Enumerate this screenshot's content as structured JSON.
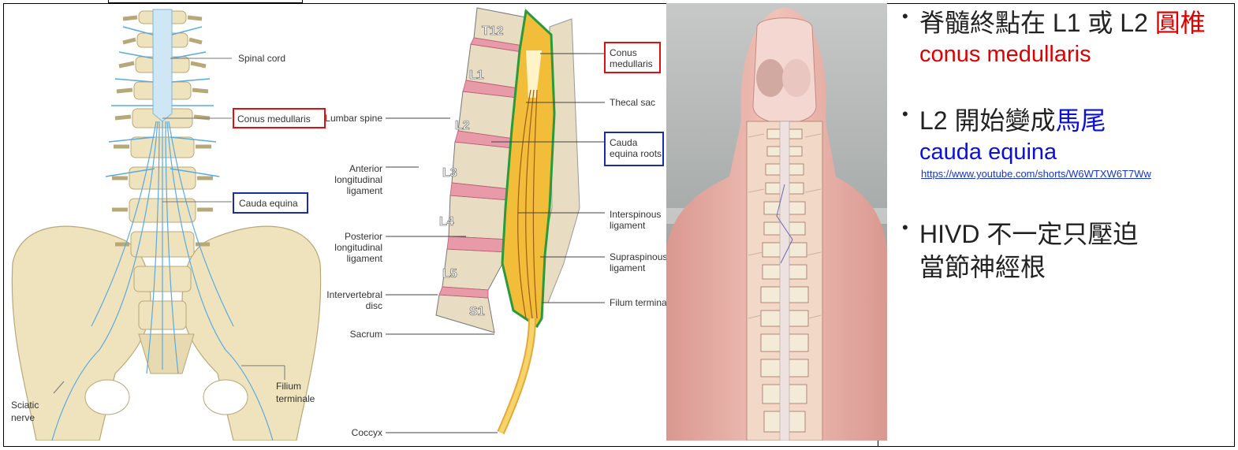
{
  "figure1": {
    "labels": {
      "spinal_cord": "Spinal cord",
      "conus": "Conus medullaris",
      "cauda": "Cauda equina",
      "sciatic": [
        "Sciatic",
        "nerve"
      ],
      "filium": [
        "Filium",
        "terminale"
      ]
    }
  },
  "figure2": {
    "segments": [
      "T12",
      "L1",
      "L2",
      "L3",
      "L4",
      "L5",
      "S1"
    ],
    "left_labels": {
      "lumbar_spine": "Lumbar spine",
      "anterior": [
        "Anterior",
        "longitudinal",
        "ligament"
      ],
      "posterior": [
        "Posterior",
        "longitudinal",
        "ligament"
      ],
      "disc": [
        "Intervertebral",
        "disc"
      ],
      "sacrum": "Sacrum",
      "coccyx": "Coccyx"
    },
    "right_labels": {
      "conus": [
        "Conus",
        "medullaris"
      ],
      "thecal": "Thecal sac",
      "cauda": [
        "Cauda",
        "equina roots"
      ],
      "interspinous": [
        "Interspinous",
        "ligament"
      ],
      "supraspinous": [
        "Supraspinous",
        "ligament"
      ],
      "filum": "Filum terminale"
    }
  },
  "notes": {
    "bullet1": {
      "line1": "脊髓終點在 L1 或 L2 ",
      "highlight": "圓椎",
      "line2": "conus medullaris"
    },
    "bullet2": {
      "line1": "L2 開始變成",
      "highlight": "馬尾",
      "line2": "cauda equina",
      "link": "https://www.youtube.com/shorts/W6WTXW6T7Ww"
    },
    "bullet3": {
      "line1": "HIVD 不一定只壓迫",
      "line2": "當節神經根"
    },
    "bullet_glyph": "•"
  },
  "colors": {
    "red": "#e00000",
    "blue": "#0a10d8",
    "nerve": "#5aaae0",
    "bone": "#f0e6c0"
  }
}
